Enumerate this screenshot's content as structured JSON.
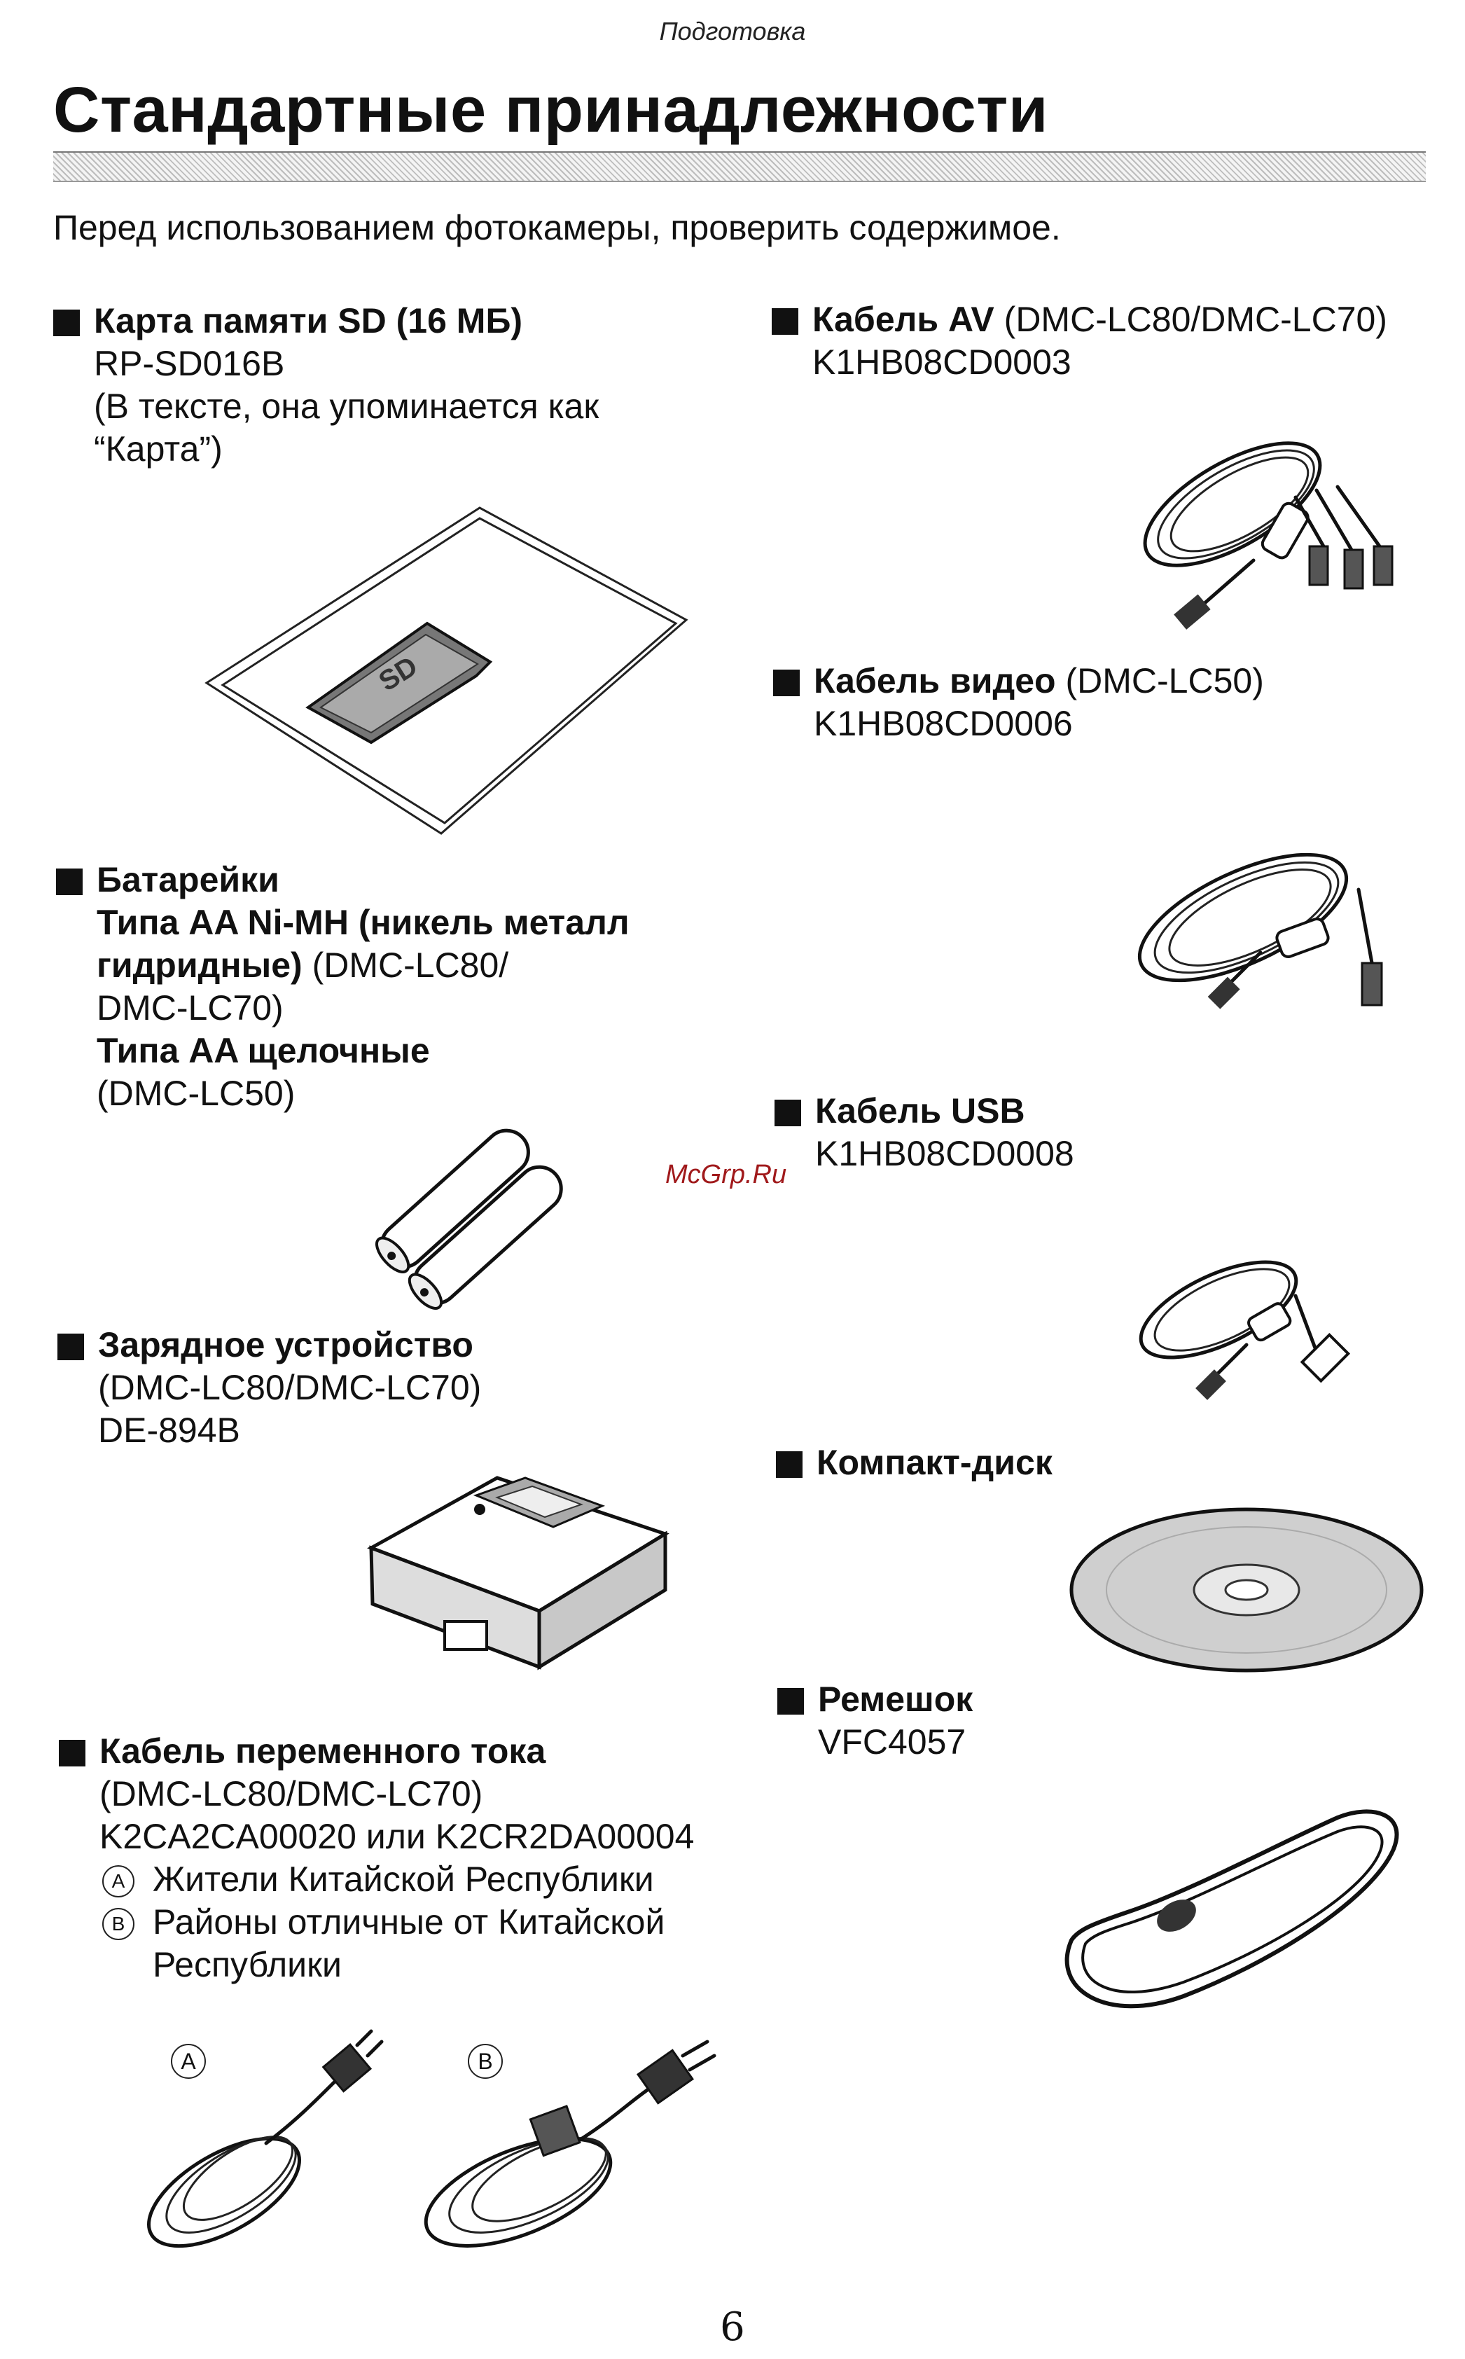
{
  "header": "Подготовка",
  "title": "Стандартные принадлежности",
  "intro": "Перед использованием фотокамеры, проверить содержимое.",
  "left_items": {
    "sd_card": {
      "name": "Карта памяти SD (16 МБ)",
      "code": "RP-SD016B",
      "note_1": "(В тексте, она упоминается как",
      "note_2": "“Карта”)"
    },
    "batteries": {
      "name": "Батарейки",
      "type1_bold_1": "Типа AA Ni-MH (никель металл",
      "type1_bold_2": "гидридные)",
      "type1_models_a": "(DMC-LC80/",
      "type1_models_b": "DMC-LC70)",
      "type2_bold": "Типа AA щелочные",
      "type2_models": "(DMC-LC50)"
    },
    "charger": {
      "name": "Зарядное устройство",
      "models": "(DMC-LC80/DMC-LC70)",
      "code": "DE-894B"
    },
    "ac_cable": {
      "name": "Кабель переменного тока",
      "models": "(DMC-LC80/DMC-LC70)",
      "codes": "K2CA2CA00020 или K2CR2DA00004",
      "mark_a": "A",
      "mark_b": "B",
      "note_a": "Жители Китайской Республики",
      "note_b_1": "Районы отличные от Китайской",
      "note_b_2": "Республики"
    }
  },
  "right_items": {
    "av_cable": {
      "name": "Кабель AV",
      "models": "(DMC-LC80/DMC-LC70)",
      "code": "K1HB08CD0003"
    },
    "video_cable": {
      "name": "Кабель видео",
      "models": "(DMC-LC50)",
      "code": "K1HB08CD0006"
    },
    "usb_cable": {
      "name": "Кабель USB",
      "code": "K1HB08CD0008"
    },
    "cd": {
      "name": "Компакт-диск"
    },
    "strap": {
      "name": "Ремешок",
      "code": "VFC4057"
    }
  },
  "watermark": "McGrp.Ru",
  "page_number": "6",
  "icons": [
    "sd-card-icon",
    "av-cable-icon",
    "video-cable-icon",
    "battery-icon",
    "usb-cable-icon",
    "charger-icon",
    "cd-disc-icon",
    "strap-icon",
    "ac-cable-a-icon",
    "ac-cable-b-icon"
  ]
}
